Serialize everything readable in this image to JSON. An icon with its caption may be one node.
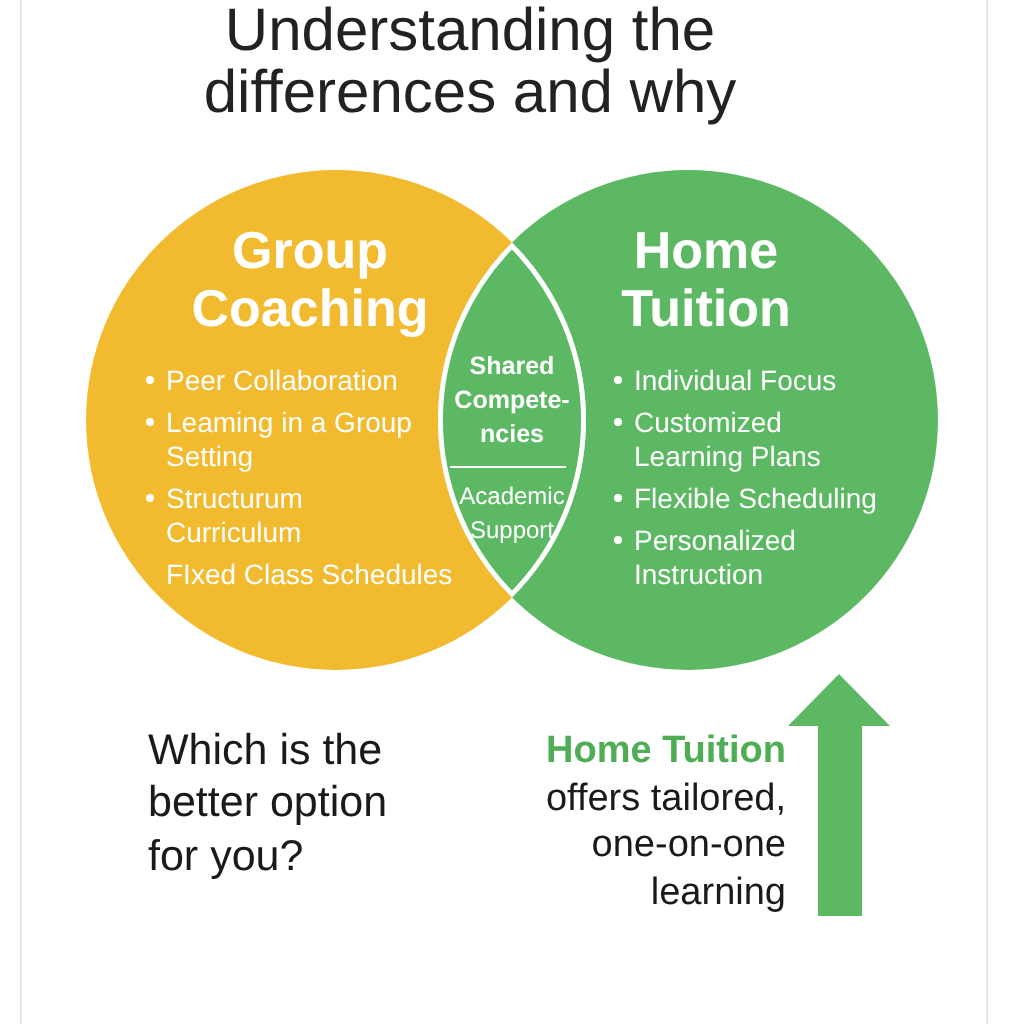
{
  "diagram": {
    "title": "Understanding the differences and why",
    "nodes": [
      {
        "text": [
          "Group Coaching",
          "Peer Collaboration",
          "Leaming in a Group Setting",
          "Structurum Curriculum",
          "FIxed Class Schedules"
        ]
      },
      {
        "text": [
          "Home Tuition",
          "Individual Focus",
          "Customized Learning Plans",
          "Flexible Scheduling",
          "Personalized Instruction"
        ]
      },
      {
        "text": [
          "Shared Compete- ncies",
          "Academic Support"
        ]
      }
    ],
    "labels": [
      "Which is the better option for you?",
      "**Home Tuition** offers tailored, one-on-one learning"
    ]
  }
}
